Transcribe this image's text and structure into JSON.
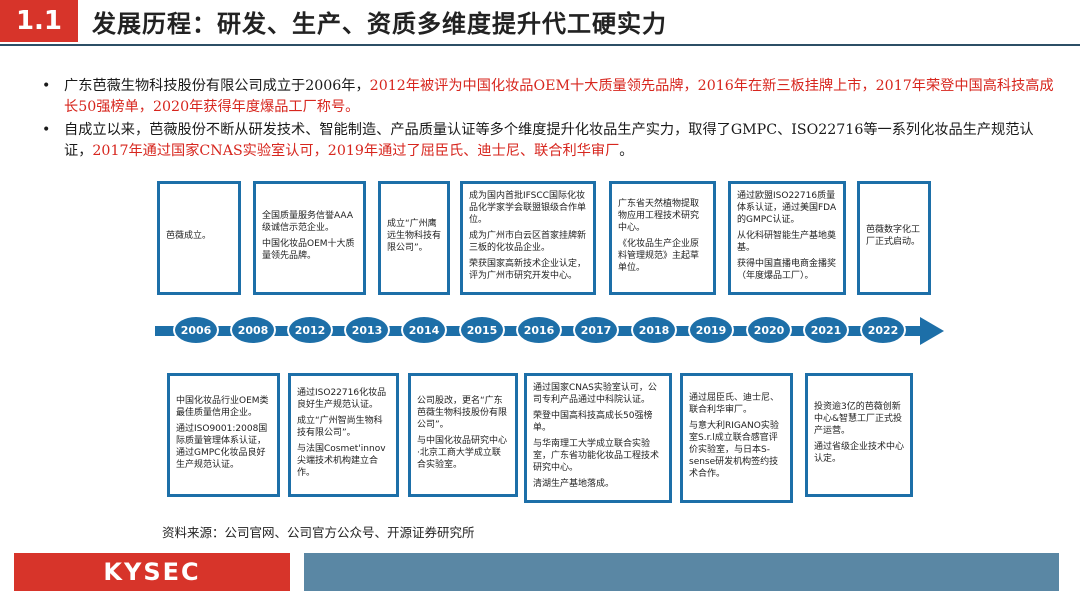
{
  "header": {
    "section_number": "1.1",
    "title": "发展历程：研发、生产、资质多维度提升代工硬实力"
  },
  "bullets": [
    {
      "parts": [
        {
          "text": "广东芭薇生物科技股份有限公司成立于2006年，",
          "red": false
        },
        {
          "text": "2012年被评为中国化妆品OEM十大质量领先品牌，2016年在新三板挂牌上市，2017年荣登中国高科技高成长50强榜单，2020年获得年度爆品工厂称号。",
          "red": true
        }
      ]
    },
    {
      "parts": [
        {
          "text": "自成立以来，芭薇股份不断从研发技术、智能制造、产品质量认证等多个维度提升化妆品生产实力，取得了GMPC、ISO22716等一系列化妆品生产规范认证，",
          "red": false
        },
        {
          "text": "2017年通过国家CNAS实验室认可，2019年通过了屈臣氏、迪士尼、联合利华审厂",
          "red": true
        },
        {
          "text": "。",
          "red": false
        }
      ]
    }
  ],
  "timeline": {
    "years": [
      "2006",
      "2008",
      "2012",
      "2013",
      "2014",
      "2015",
      "2016",
      "2017",
      "2018",
      "2019",
      "2020",
      "2021",
      "2022"
    ],
    "top_boxes": [
      {
        "year": "2006",
        "lines": [
          "芭薇成立。"
        ]
      },
      {
        "year": "2012",
        "lines": [
          "全国质量服务信誉AAA级诚信示范企业。",
          "中国化妆品OEM十大质量领先品牌。"
        ]
      },
      {
        "year": "2014",
        "lines": [
          "成立“广州鹰远生物科技有限公司”。"
        ]
      },
      {
        "year": "2016",
        "lines": [
          "成为国内首批IFSCC国际化妆品化学家学会联盟银级合作单位。",
          "成为广州市白云区首家挂牌新三板的化妆品企业。",
          "荣获国家高新技术企业认定，评为广州市研究开发中心。"
        ]
      },
      {
        "year": "2018",
        "lines": [
          "广东省天然植物提取物应用工程技术研究中心。",
          "《化妆品生产企业原料管理规范》主起草单位。"
        ]
      },
      {
        "year": "2020",
        "lines": [
          "通过欧盟ISO22716质量体系认证，通过美国FDA的GMPC认证。",
          "从化科研智能生产基地奠基。",
          "获得中国直播电商金播奖（年度爆品工厂）。"
        ]
      },
      {
        "year": "2022",
        "lines": [
          "芭薇数字化工厂正式启动。"
        ]
      }
    ],
    "bottom_boxes": [
      {
        "year": "2008",
        "lines": [
          "中国化妆品行业OEM类最佳质量信用企业。",
          "通过ISO9001:2008国际质量管理体系认证，通过GMPC化妆品良好生产规范认证。"
        ]
      },
      {
        "year": "2013",
        "lines": [
          "通过ISO22716化妆品良好生产规范认证。",
          "成立“广州智尚生物科技有限公司”。",
          "与法国Cosmet'innov尖端技术机构建立合作。"
        ]
      },
      {
        "year": "2015",
        "lines": [
          "公司股改，更名“广东芭薇生物科技股份有限公司”。",
          "与中国化妆品研究中心·北京工商大学成立联合实验室。"
        ]
      },
      {
        "year": "2017",
        "lines": [
          "通过国家CNAS实验室认可，公司专利产品通过中科院认证。",
          "荣登中国高科技高成长50强榜单。",
          "与华南理工大学成立联合实验室，广东省功能化妆品工程技术研究中心。",
          "清湖生产基地落成。"
        ]
      },
      {
        "year": "2019",
        "lines": [
          "通过屈臣氏、迪士尼、联合利华审厂。",
          "与意大利RIGANO实验室S.r.l成立联合感官评价实验室，与日本S-sense研发机构签约技术合作。"
        ]
      },
      {
        "year": "2021",
        "lines": [
          "投资逾3亿的芭薇创新中心&智慧工厂正式投产运营。",
          "通过省级企业技术中心认定。"
        ]
      }
    ]
  },
  "source": "资料来源：公司官网、公司官方公众号、开源证券研究所",
  "footer": {
    "logo_text": "KYSEC"
  },
  "colors": {
    "accent_red": "#d7342a",
    "timeline_blue": "#1d6fa8",
    "footer_blue": "#5a87a4"
  }
}
